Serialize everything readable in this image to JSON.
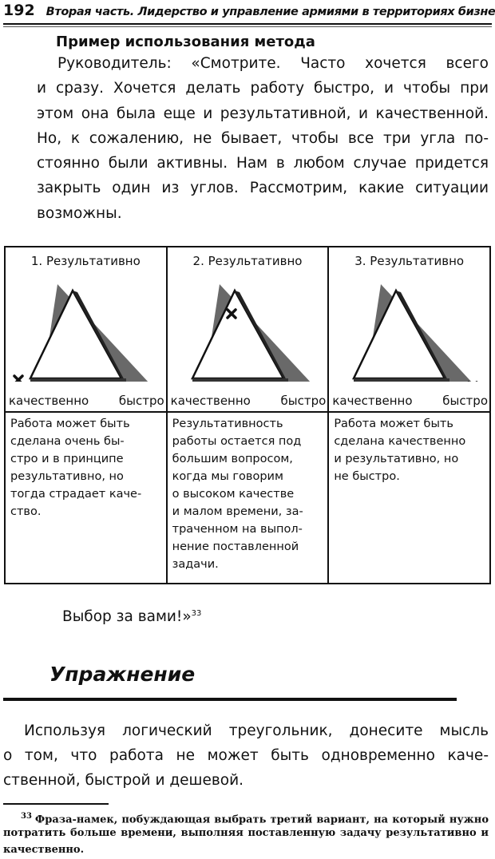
{
  "header": {
    "page_number": "192",
    "running_title": "Вторая часть. Лидерство и управление армиями в территориях бизнеса"
  },
  "example": {
    "title": "Пример использования метода",
    "lines": [
      "Руководитель: «Смотрите. Часто хочется всего",
      "и сразу. Хочется делать работу быстро, и чтобы при",
      "этом она была еще и результативной, и качественной.",
      "Но, к сожалению, не бывает, чтобы все три угла по-",
      "стоянно были активны. Нам в любом случае придется",
      "закрыть один из углов. Рассмотрим, какие ситуации",
      "возможны."
    ]
  },
  "table": {
    "columns": [
      {
        "title": "1. Результативно",
        "left": "качественно",
        "right": "быстро",
        "closed": "left",
        "desc": [
          "Работа может быть",
          "сделана очень бы-",
          "стро и в принципе",
          "результативно, но",
          "тогда страдает каче-",
          "ство."
        ]
      },
      {
        "title": "2. Результативно",
        "left": "качественно",
        "right": "быстро",
        "closed": "top",
        "desc": [
          "Результативность",
          "работы остается под",
          "большим вопросом,",
          "когда мы говорим",
          "о высоком качестве",
          "и малом времени, за-",
          "траченном на выпол-",
          "нение поставленной",
          "задачи."
        ]
      },
      {
        "title": "3. Результативно",
        "left": "качественно",
        "right": "быстро",
        "closed": "right",
        "desc": [
          "Работа может быть",
          "сделана качественно",
          "и результативно, но",
          "не быстро."
        ]
      }
    ]
  },
  "closing": {
    "text": "Выбор за вами!»",
    "footnote_ref": "33"
  },
  "exercise": {
    "heading": "Упражнение",
    "lines": [
      "Используя логический треугольник, донесите мысль",
      "о том, что работа не может быть одновременно каче-",
      "ственной, быстрой и дешевой."
    ]
  },
  "footnote": {
    "marker": "33",
    "lines": [
      "Фраза-намек, побуждающая выбрать третий вариант, на который нужно",
      "потратить больше времени, выполняя поставленную задачу результативно и",
      "качественно."
    ]
  }
}
